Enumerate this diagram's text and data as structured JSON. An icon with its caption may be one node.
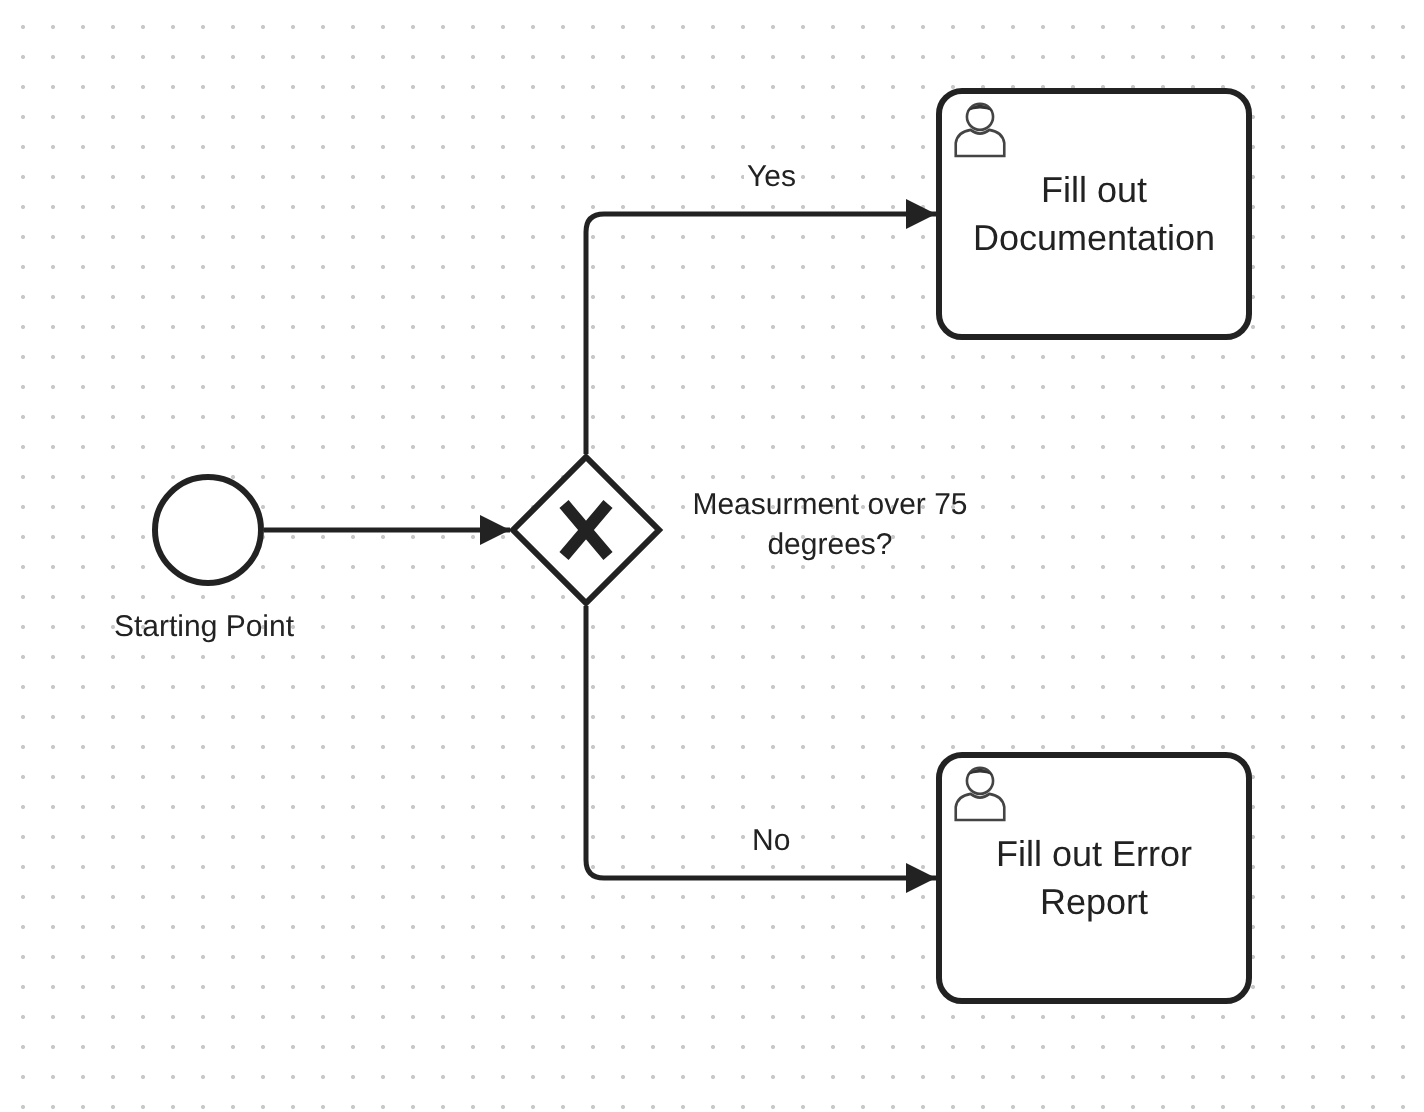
{
  "diagram": {
    "nodes": [
      {
        "text": [],
        "shape": "circle",
        "beside": [
          "Starting Point"
        ]
      },
      {
        "text": [],
        "shape": "diamond",
        "beside": [
          "Measurment over 75 degrees?"
        ]
      },
      {
        "text": [
          "Fill out Documentation"
        ]
      },
      {
        "text": [
          "Fill out Error Report"
        ]
      }
    ],
    "edges": [
      {
        "from": 0,
        "to": 1,
        "arrow": "to"
      },
      {
        "from": 1,
        "to": 2,
        "arrow": "to",
        "label": "Yes"
      },
      {
        "from": 1,
        "to": 3,
        "arrow": "to",
        "label": "No"
      }
    ]
  }
}
